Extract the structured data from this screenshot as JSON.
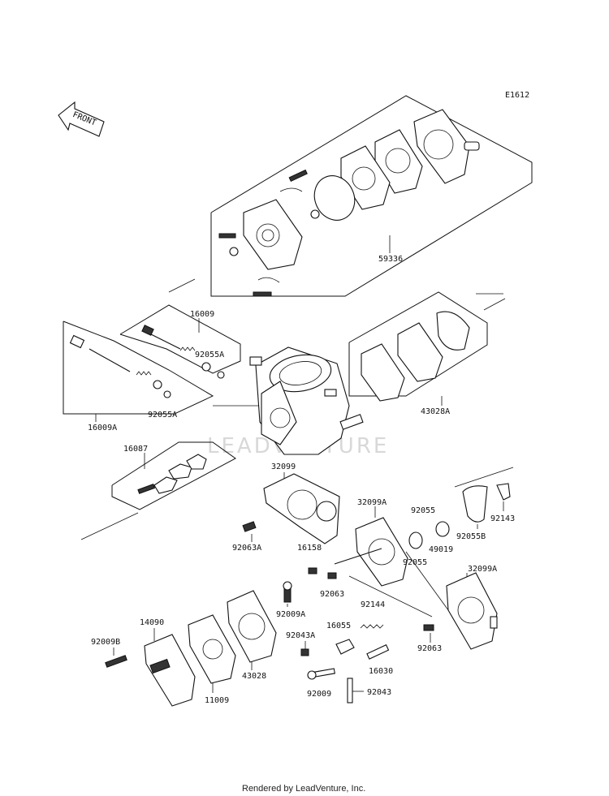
{
  "diagram_id": "E1612",
  "front_label": "FRONT",
  "watermark": "LEADVENTURE",
  "footer": "Rendered by LeadVenture, Inc.",
  "parts": {
    "p59336": "59336",
    "p16009": "16009",
    "p92055A_1": "92055A",
    "p16009A": "16009A",
    "p92055A_2": "92055A",
    "p43028A": "43028A",
    "p16087": "16087",
    "p32099": "32099",
    "p32099A_1": "32099A",
    "p92055": "92055",
    "p92143": "92143",
    "p92063A": "92063A",
    "p92055_2": "92055",
    "p49019": "49019",
    "p92055B": "92055B",
    "p16158": "16158",
    "p92063_1": "92063",
    "p32099A_2": "32099A",
    "p92009A": "92009A",
    "p92144": "92144",
    "p14090": "14090",
    "p92043A": "92043A",
    "p16055": "16055",
    "p92063_2": "92063",
    "p92009B": "92009B",
    "p43028": "43028",
    "p11009": "11009",
    "p16030": "16030",
    "p92009": "92009",
    "p92043": "92043"
  }
}
